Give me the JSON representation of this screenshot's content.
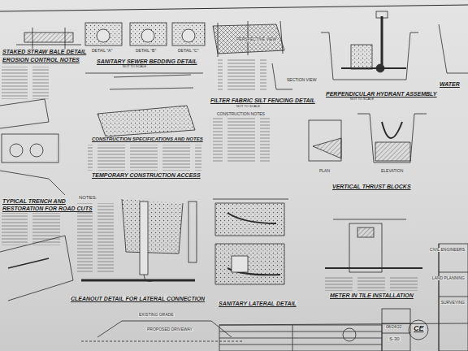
{
  "diagram": {
    "title": "SANITARY SEWER BEDDING DETAIL",
    "labels": [
      "STAKED STRAW BALE DETAIL",
      "EROSION CONTROL NOTES",
      "DETAIL \"A\"",
      "DETAIL \"B\"",
      "DETAIL \"C\"",
      "FILTER FABRIC SILT FENCING DETAIL",
      "PERSPECTIVE VIEW",
      "SECTION VIEW",
      "PERPENDICULAR HYDRANT ASSEMBLY",
      "WATER",
      "CONSTRUCTION SPECIFICATIONS AND NOTES",
      "TEMPORARY CONSTRUCTION ACCESS",
      "CONSTRUCTION NOTES",
      "PLAN",
      "ELEVATION",
      "VERTICAL THRUST BLOCKS",
      "TYPICAL TRENCH AND",
      "RESTORATION FOR ROAD CUTS",
      "NOTES:",
      "CLEANOUT DETAIL FOR LATERAL CONNECTION",
      "SANITARY LATERAL DETAIL",
      "METER IN TILE INSTALLATION",
      "PROPOSED DRIVEWAY",
      "EXISTING GRADE",
      "NOT TO SCALE",
      "NOT TO SCALE",
      "NOT TO SCALE",
      "CE",
      "08/24/22",
      "S-30",
      "CIVIL ENGINEERS",
      "LAND PLANNING",
      "SURVEYING"
    ]
  }
}
